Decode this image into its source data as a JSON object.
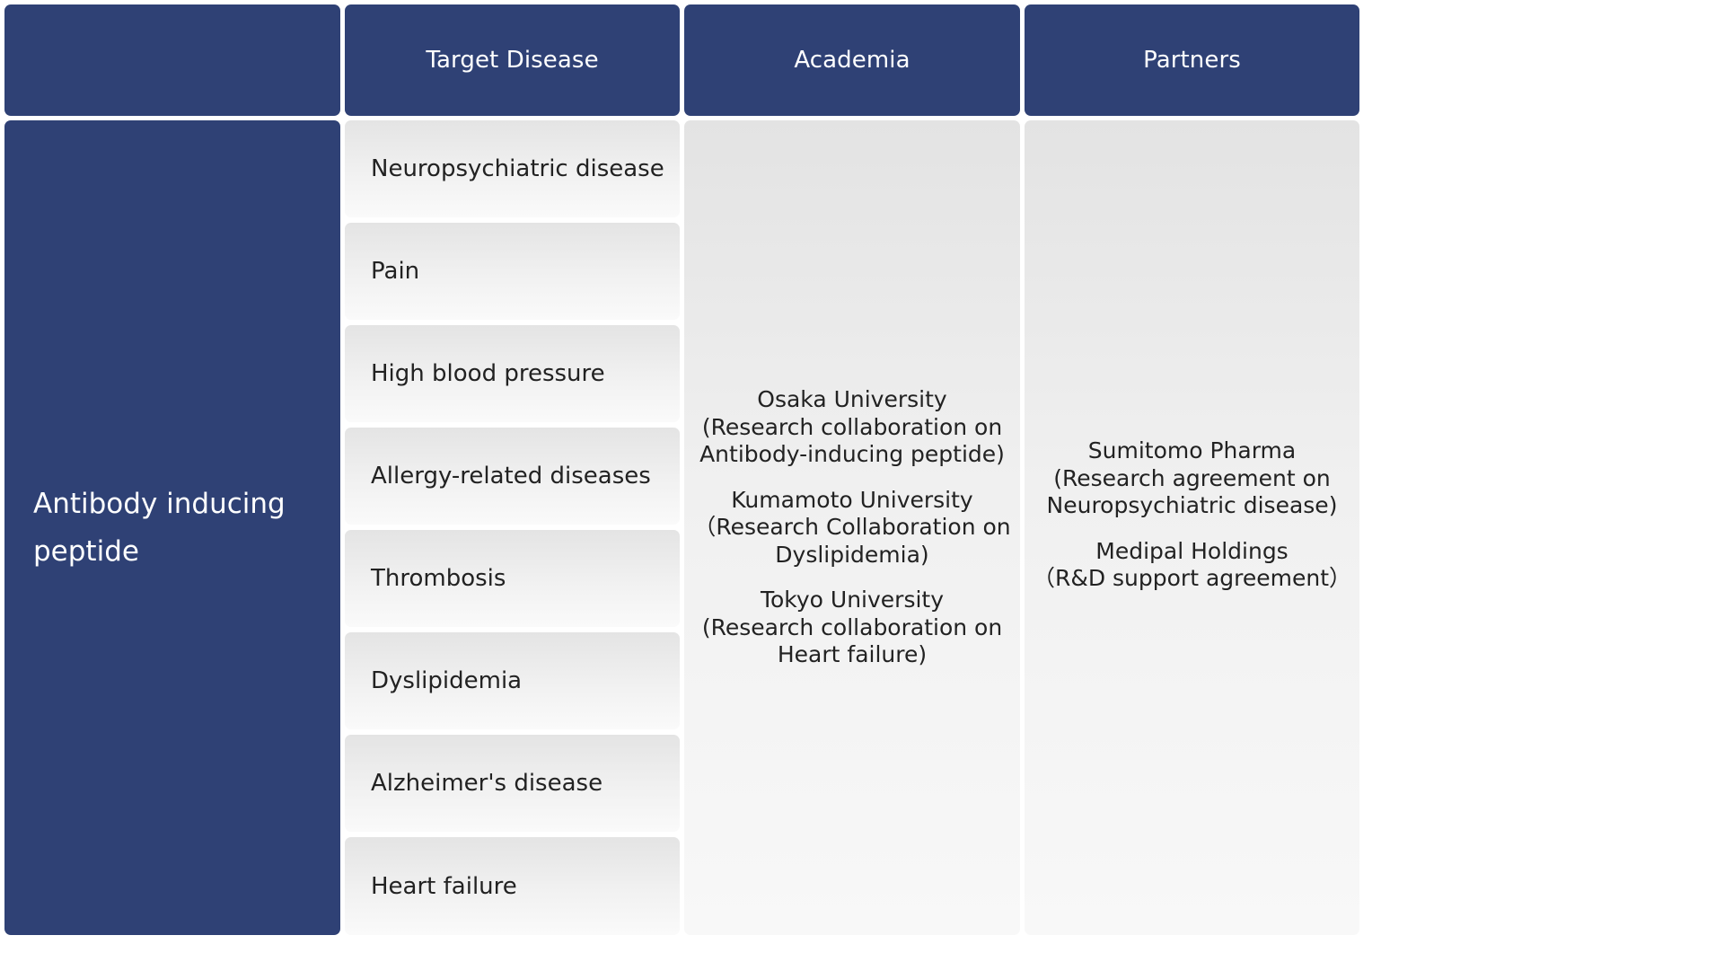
{
  "headers": {
    "corner": "",
    "target_disease": "Target Disease",
    "academia": "Academia",
    "partners": "Partners"
  },
  "technology": {
    "line1": "Antibody inducing",
    "line2": "peptide"
  },
  "diseases": [
    "Neuropsychiatric disease",
    "Pain",
    "High blood pressure",
    "Allergy-related diseases",
    "Thrombosis",
    "Dyslipidemia",
    "Alzheimer's disease",
    "Heart failure"
  ],
  "academia": [
    {
      "name": "Osaka University",
      "line2": "(Research collaboration  on",
      "line3": "Antibody-inducing peptide)"
    },
    {
      "name": "Kumamoto University",
      "line2": "（Research Collaboration  on",
      "line3": "Dyslipidemia)"
    },
    {
      "name": "Tokyo University",
      "line2": "(Research collaboration on",
      "line3": "Heart failure)"
    }
  ],
  "partners": [
    {
      "name": "Sumitomo Pharma",
      "line2": "(Research agreement  on",
      "line3": "Neuropsychiatric disease)"
    },
    {
      "name": "Medipal Holdings",
      "line2": "（R&D support agreement）"
    }
  ],
  "colors": {
    "navy": "#2f4175",
    "light_gray": "#f1f1f1"
  }
}
